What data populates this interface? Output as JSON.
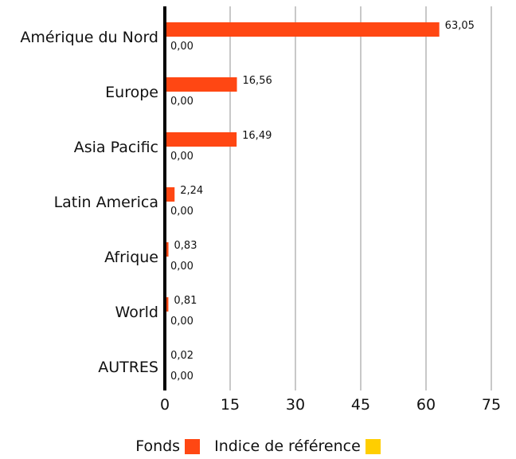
{
  "chart_data": {
    "type": "bar",
    "orientation": "horizontal",
    "categories": [
      "Amérique du Nord",
      "Europe",
      "Asia Pacific",
      "Latin America",
      "Afrique",
      "World",
      "AUTRES"
    ],
    "series": [
      {
        "name": "Fonds",
        "values": [
          63.05,
          16.56,
          16.49,
          2.24,
          0.83,
          0.81,
          0.02
        ],
        "labels": [
          "63,05",
          "16,56",
          "16,49",
          "2,24",
          "0,83",
          "0,81",
          "0,02"
        ],
        "color": "#ff4713"
      },
      {
        "name": "Indice de référence",
        "values": [
          0,
          0,
          0,
          0,
          0,
          0,
          0
        ],
        "labels": [
          "0,00",
          "0,00",
          "0,00",
          "0,00",
          "0,00",
          "0,00",
          "0,00"
        ],
        "color": "#ffce00"
      }
    ],
    "xlim": [
      0,
      75
    ],
    "xticks": [
      "0",
      "15",
      "30",
      "45",
      "60",
      "75"
    ],
    "xtick_values": [
      0,
      15,
      30,
      45,
      60,
      75
    ],
    "grid": "vertical",
    "legend": "bottom"
  }
}
